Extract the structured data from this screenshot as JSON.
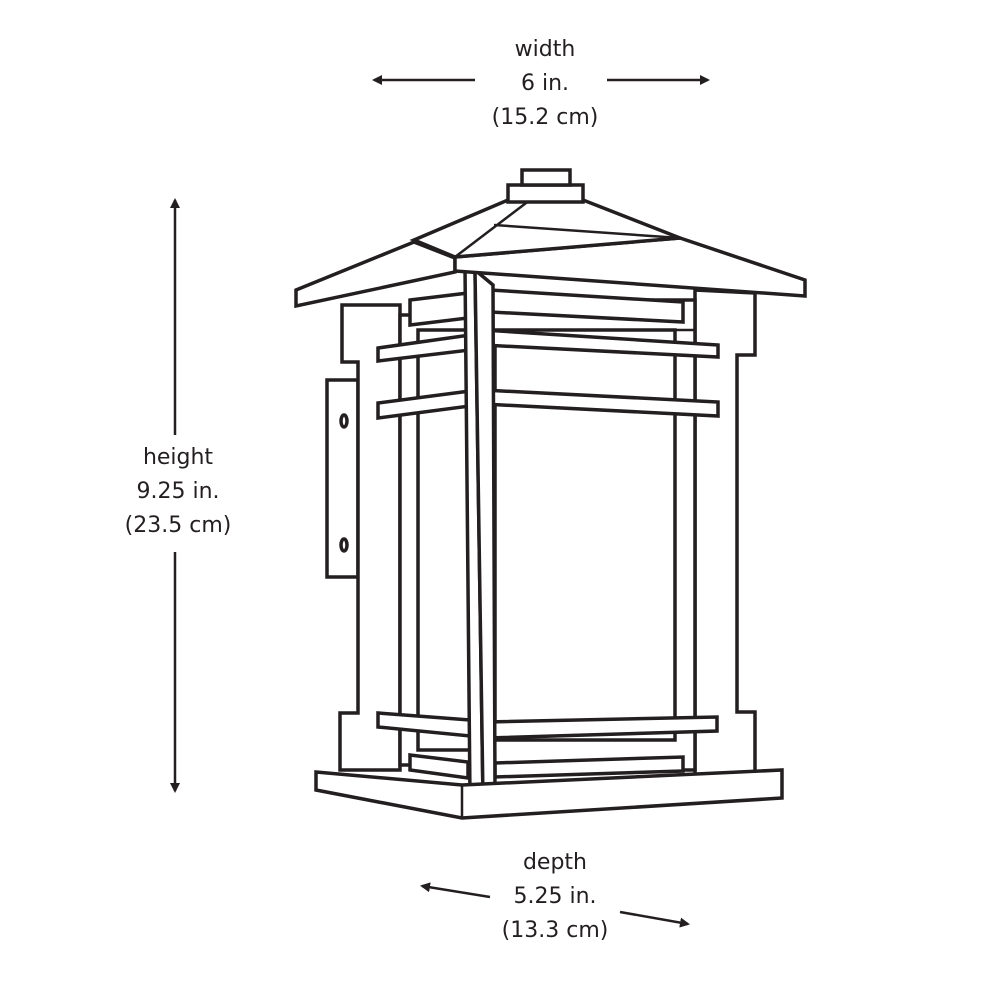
{
  "dimensions": {
    "width": {
      "label": "width",
      "imperial": "6 in.",
      "metric": "(15.2 cm)"
    },
    "height": {
      "label": "height",
      "imperial": "9.25 in.",
      "metric": "(23.5 cm)"
    },
    "depth": {
      "label": "depth",
      "imperial": "5.25 in.",
      "metric": "(13.3 cm)"
    }
  },
  "colors": {
    "line": "#231f20",
    "background": "#ffffff"
  }
}
